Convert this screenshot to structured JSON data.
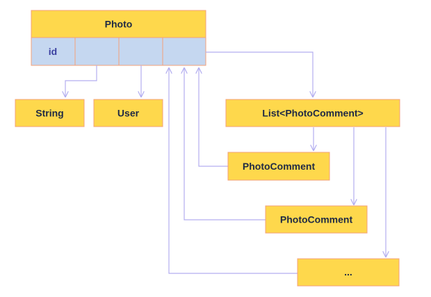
{
  "diagram": {
    "photo_title": "Photo",
    "fields": [
      "id",
      "",
      "",
      ""
    ],
    "string_box": "String",
    "user_box": "User",
    "list_box": "List<PhotoComment>",
    "comment_1": "PhotoComment",
    "comment_2": "PhotoComment",
    "ellipsis_box": "...",
    "colors": {
      "box_fill": "#fed84c",
      "field_fill": "#c5d7f0",
      "border": "#f3a07a",
      "connector": "#b3aef0"
    }
  }
}
